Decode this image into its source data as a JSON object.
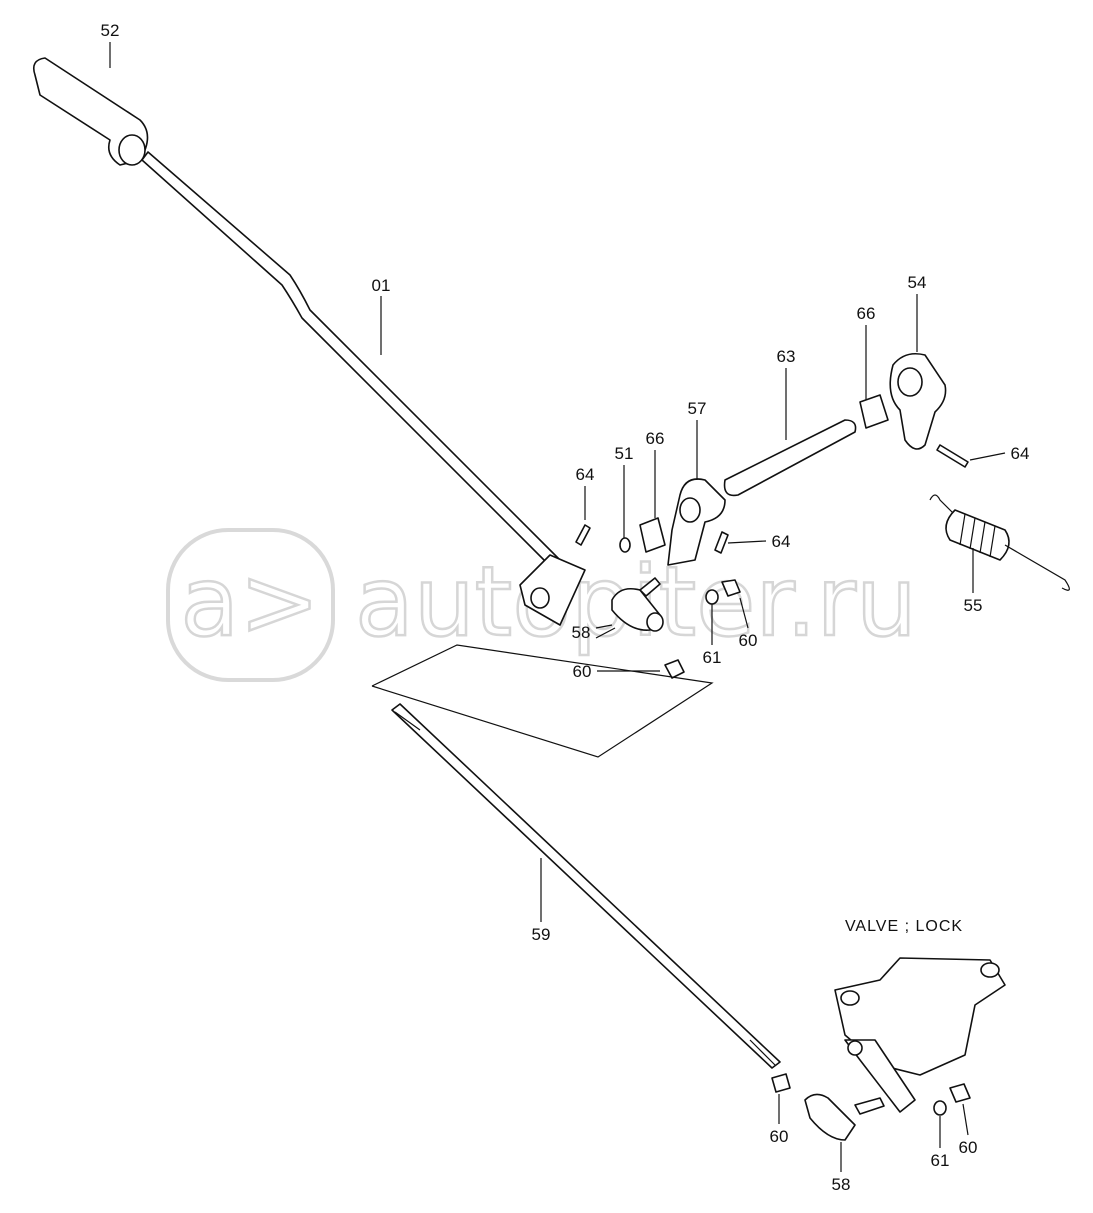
{
  "watermark": {
    "brand_text": "autopiter.ru",
    "logo_text": "a>"
  },
  "caption": "VALVE ; LOCK",
  "labels": [
    "52",
    "01",
    "54",
    "66",
    "63",
    "57",
    "66",
    "51",
    "64",
    "64",
    "64",
    "55",
    "58",
    "60",
    "61",
    "60",
    "59",
    "60",
    "58",
    "61",
    "60"
  ]
}
